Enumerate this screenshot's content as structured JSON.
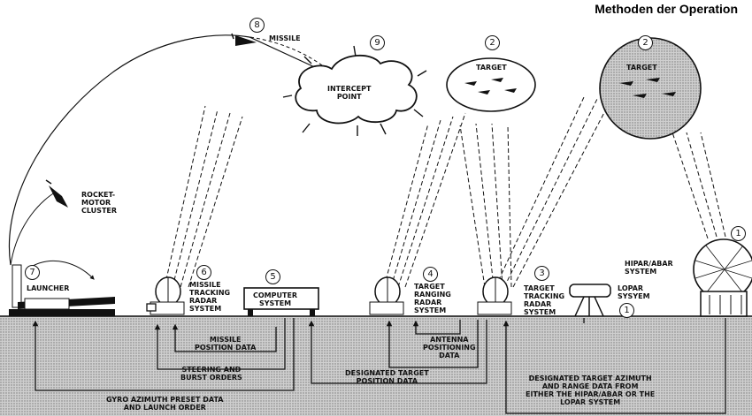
{
  "title": "Methoden der Operation",
  "numbers": {
    "n1a": "1",
    "n1b": "1",
    "n2a": "2",
    "n2b": "2",
    "n3": "3",
    "n4": "4",
    "n5": "5",
    "n6": "6",
    "n7": "7",
    "n8": "8",
    "n9": "9"
  },
  "labels": {
    "missile": "MISSILE",
    "intercept": "INTERCEPT\nPOINT",
    "target_a": "TARGET",
    "target_b": "TARGET",
    "rocket_motor": "ROCKET-\nMOTOR\nCLUSTER",
    "launcher": "LAUNCHER",
    "missile_tracking": "MISSILE\nTRACKING\nRADAR\nSYSTEM",
    "computer": "COMPUTER\nSYSTEM",
    "target_ranging": "TARGET\nRANGING\nRADAR\nSYSTEM",
    "target_tracking": "TARGET\nTRACKING\nRADAR\nSYSTEM",
    "lopar": "LOPAR\nSYSYEM",
    "hipar": "HIPAR/ABAR\nSYSTEM",
    "missile_position": "MISSILE\nPOSITION DATA",
    "steering": "STEERING AND\nBURST ORDERS",
    "gyro": "GYRO AZIMUTH PRESET DATA\nAND LAUNCH ORDER",
    "antenna": "ANTENNA\nPOSITIONING\nDATA",
    "designated_position": "DESIGNATED TARGET\nPOSITION DATA",
    "designated_azimuth": "DESIGNATED TARGET AZIMUTH\nAND RANGE DATA FROM\nEITHER THE HIPAR/ABAR OR THE\nLOPAR SYSTEM"
  },
  "colors": {
    "ink": "#111111",
    "ground": "#b8b8b8",
    "paper": "#ffffff"
  }
}
